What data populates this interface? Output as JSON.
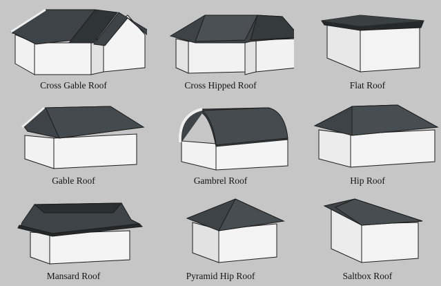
{
  "diagram": {
    "colors": {
      "background": "#c6c6c6",
      "roof": "#3d4346",
      "roof_dark": "#26292b",
      "wall": "#f1f1f1",
      "wall_shade": "#dcdcdc",
      "outline": "#1c1c1c"
    },
    "roof_types": [
      {
        "label": "Cross Gable Roof"
      },
      {
        "label": "Cross Hipped Roof"
      },
      {
        "label": "Flat Roof"
      },
      {
        "label": "Gable Roof"
      },
      {
        "label": "Gambrel Roof"
      },
      {
        "label": "Hip Roof"
      },
      {
        "label": "Mansard Roof"
      },
      {
        "label": "Pyramid Hip Roof"
      },
      {
        "label": "Saltbox Roof"
      }
    ]
  }
}
